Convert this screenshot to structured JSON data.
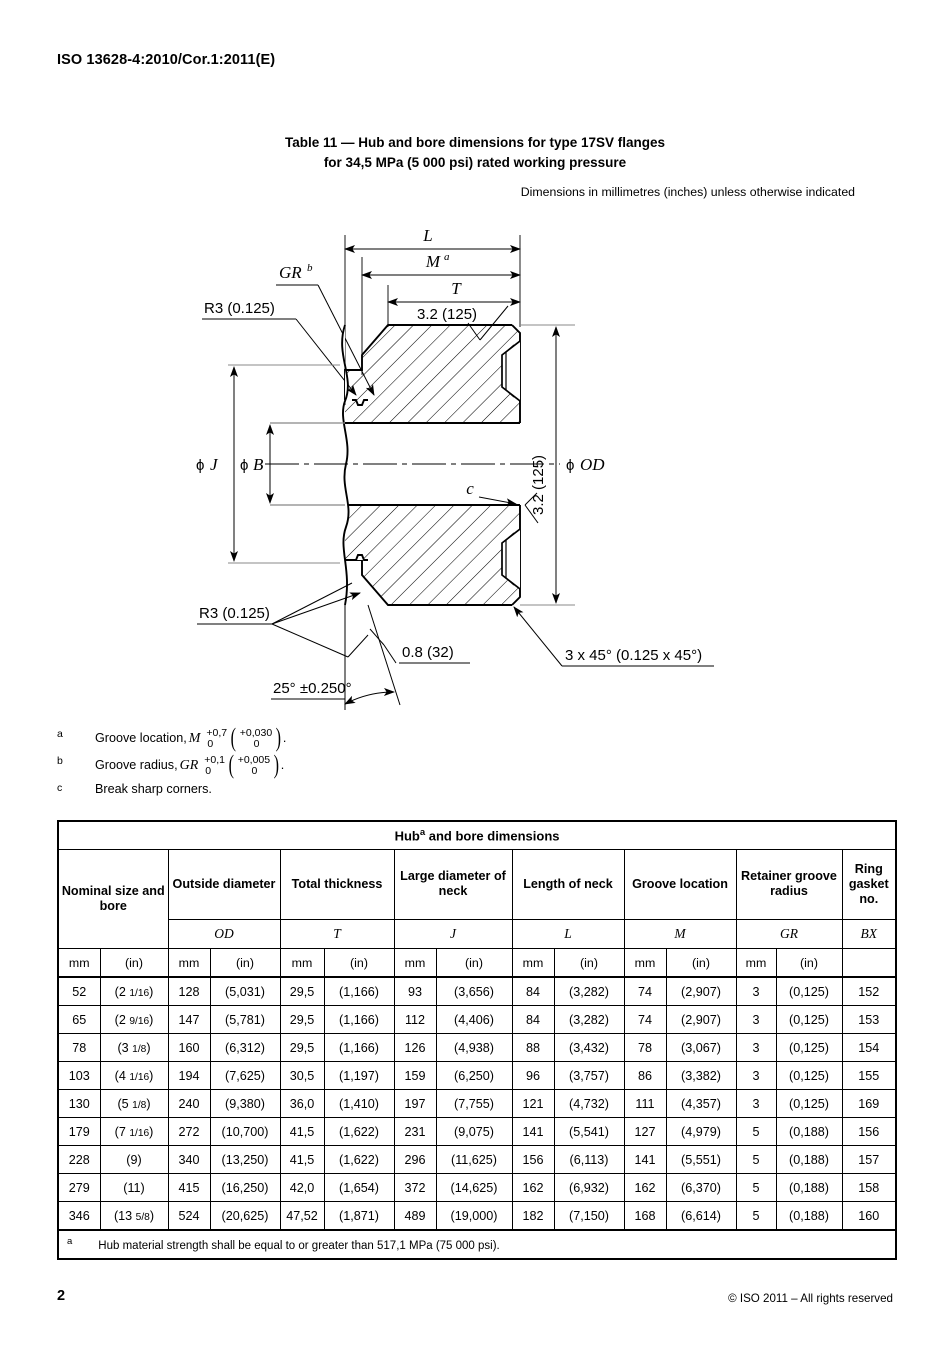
{
  "header": {
    "standard_ref": "ISO 13628-4:2010/Cor.1:2011(E)"
  },
  "caption": {
    "line1": "Table 11 — Hub and bore dimensions for type 17SV flanges",
    "line2": "for 34,5 MPa (5 000 psi) rated working pressure",
    "units_note": "Dimensions in millimetres (inches) unless otherwise indicated"
  },
  "figure": {
    "labels": {
      "dim_L": "L",
      "dim_M": "M",
      "dim_M_sup": "a",
      "dim_T": "T",
      "surface_top": "3.2 (125)",
      "surface_right": "3.2 (125)",
      "groove_radius": "GR",
      "groove_radius_sup": "b",
      "radius_top": "R3 (0.125)",
      "radius_bottom": "R3 (0.125)",
      "phi_J": "J",
      "phi_B": "B",
      "phi_OD": "OD",
      "break_corner": "c",
      "chamfer_small": "0.8 (32)",
      "chamfer_large": "3 x 45° (0.125 x 45°)",
      "angle": "25° ±0.250°",
      "phi_symbol": "ϕ"
    }
  },
  "figure_notes": [
    {
      "mark": "a",
      "text": "Groove location,",
      "symbol": "M",
      "tol_mm_hi": "+0,7",
      "tol_mm_lo": "0",
      "tol_in_hi": "+0,030",
      "tol_in_lo": "0",
      "period": "."
    },
    {
      "mark": "b",
      "text": "Groove radius,",
      "symbol": "GR",
      "tol_mm_hi": "+0,1",
      "tol_mm_lo": "0",
      "tol_in_hi": "+0,005",
      "tol_in_lo": "0",
      "period": "."
    },
    {
      "mark": "c",
      "text": "Break sharp corners.",
      "symbol": "",
      "tol_mm_hi": "",
      "tol_mm_lo": "",
      "tol_in_hi": "",
      "tol_in_lo": "",
      "period": ""
    }
  ],
  "table": {
    "group_title": "Hub",
    "group_title_sup": "a",
    "group_title_rest": " and bore dimensions",
    "columns": [
      {
        "title": "Nominal size and bore",
        "symbol": "",
        "units": [
          "mm",
          "(in)"
        ]
      },
      {
        "title": "Outside diameter",
        "symbol": "OD",
        "units": [
          "mm",
          "(in)"
        ]
      },
      {
        "title": "Total thickness",
        "symbol": "T",
        "units": [
          "mm",
          "(in)"
        ]
      },
      {
        "title": "Large diameter of neck",
        "symbol": "J",
        "units": [
          "mm",
          "(in)"
        ]
      },
      {
        "title": "Length of neck",
        "symbol": "L",
        "units": [
          "mm",
          "(in)"
        ]
      },
      {
        "title": "Groove location",
        "symbol": "M",
        "units": [
          "mm",
          "(in)"
        ]
      },
      {
        "title": "Retainer groove radius",
        "symbol": "GR",
        "units": [
          "mm",
          "(in)"
        ]
      },
      {
        "title": "Ring gasket no.",
        "symbol": "BX",
        "units": [
          ""
        ]
      }
    ],
    "rows": [
      {
        "size_mm": "52",
        "size_in": "(2 1/16)",
        "od_mm": "128",
        "od_in": "(5,031)",
        "t_mm": "29,5",
        "t_in": "(1,166)",
        "j_mm": "93",
        "j_in": "(3,656)",
        "l_mm": "84",
        "l_in": "(3,282)",
        "m_mm": "74",
        "m_in": "(2,907)",
        "gr_mm": "3",
        "gr_in": "(0,125)",
        "bx": "152"
      },
      {
        "size_mm": "65",
        "size_in": "(2 9/16)",
        "od_mm": "147",
        "od_in": "(5,781)",
        "t_mm": "29,5",
        "t_in": "(1,166)",
        "j_mm": "112",
        "j_in": "(4,406)",
        "l_mm": "84",
        "l_in": "(3,282)",
        "m_mm": "74",
        "m_in": "(2,907)",
        "gr_mm": "3",
        "gr_in": "(0,125)",
        "bx": "153"
      },
      {
        "size_mm": "78",
        "size_in": "(3 1/8)",
        "od_mm": "160",
        "od_in": "(6,312)",
        "t_mm": "29,5",
        "t_in": "(1,166)",
        "j_mm": "126",
        "j_in": "(4,938)",
        "l_mm": "88",
        "l_in": "(3,432)",
        "m_mm": "78",
        "m_in": "(3,067)",
        "gr_mm": "3",
        "gr_in": "(0,125)",
        "bx": "154"
      },
      {
        "size_mm": "103",
        "size_in": "(4 1/16)",
        "od_mm": "194",
        "od_in": "(7,625)",
        "t_mm": "30,5",
        "t_in": "(1,197)",
        "j_mm": "159",
        "j_in": "(6,250)",
        "l_mm": "96",
        "l_in": "(3,757)",
        "m_mm": "86",
        "m_in": "(3,382)",
        "gr_mm": "3",
        "gr_in": "(0,125)",
        "bx": "155"
      },
      {
        "size_mm": "130",
        "size_in": "(5 1/8)",
        "od_mm": "240",
        "od_in": "(9,380)",
        "t_mm": "36,0",
        "t_in": "(1,410)",
        "j_mm": "197",
        "j_in": "(7,755)",
        "l_mm": "121",
        "l_in": "(4,732)",
        "m_mm": "111",
        "m_in": "(4,357)",
        "gr_mm": "3",
        "gr_in": "(0,125)",
        "bx": "169"
      },
      {
        "size_mm": "179",
        "size_in": "(7 1/16)",
        "od_mm": "272",
        "od_in": "(10,700)",
        "t_mm": "41,5",
        "t_in": "(1,622)",
        "j_mm": "231",
        "j_in": "(9,075)",
        "l_mm": "141",
        "l_in": "(5,541)",
        "m_mm": "127",
        "m_in": "(4,979)",
        "gr_mm": "5",
        "gr_in": "(0,188)",
        "bx": "156"
      },
      {
        "size_mm": "228",
        "size_in": "(9)",
        "od_mm": "340",
        "od_in": "(13,250)",
        "t_mm": "41,5",
        "t_in": "(1,622)",
        "j_mm": "296",
        "j_in": "(11,625)",
        "l_mm": "156",
        "l_in": "(6,113)",
        "m_mm": "141",
        "m_in": "(5,551)",
        "gr_mm": "5",
        "gr_in": "(0,188)",
        "bx": "157"
      },
      {
        "size_mm": "279",
        "size_in": "(11)",
        "od_mm": "415",
        "od_in": "(16,250)",
        "t_mm": "42,0",
        "t_in": "(1,654)",
        "j_mm": "372",
        "j_in": "(14,625)",
        "l_mm": "162",
        "l_in": "(6,932)",
        "m_mm": "162",
        "m_in": "(6,370)",
        "gr_mm": "5",
        "gr_in": "(0,188)",
        "bx": "158"
      },
      {
        "size_mm": "346",
        "size_in": "(13 5/8)",
        "od_mm": "524",
        "od_in": "(20,625)",
        "t_mm": "47,52",
        "t_in": "(1,871)",
        "j_mm": "489",
        "j_in": "(19,000)",
        "l_mm": "182",
        "l_in": "(7,150)",
        "m_mm": "168",
        "m_in": "(6,614)",
        "gr_mm": "5",
        "gr_in": "(0,188)",
        "bx": "160"
      }
    ],
    "footnote": {
      "mark": "a",
      "text": "Hub material strength shall be equal to or greater than 517,1 MPa (75 000 psi)."
    }
  },
  "footer": {
    "page_number": "2",
    "copyright": "©  ISO 2011 – All rights reserved"
  }
}
